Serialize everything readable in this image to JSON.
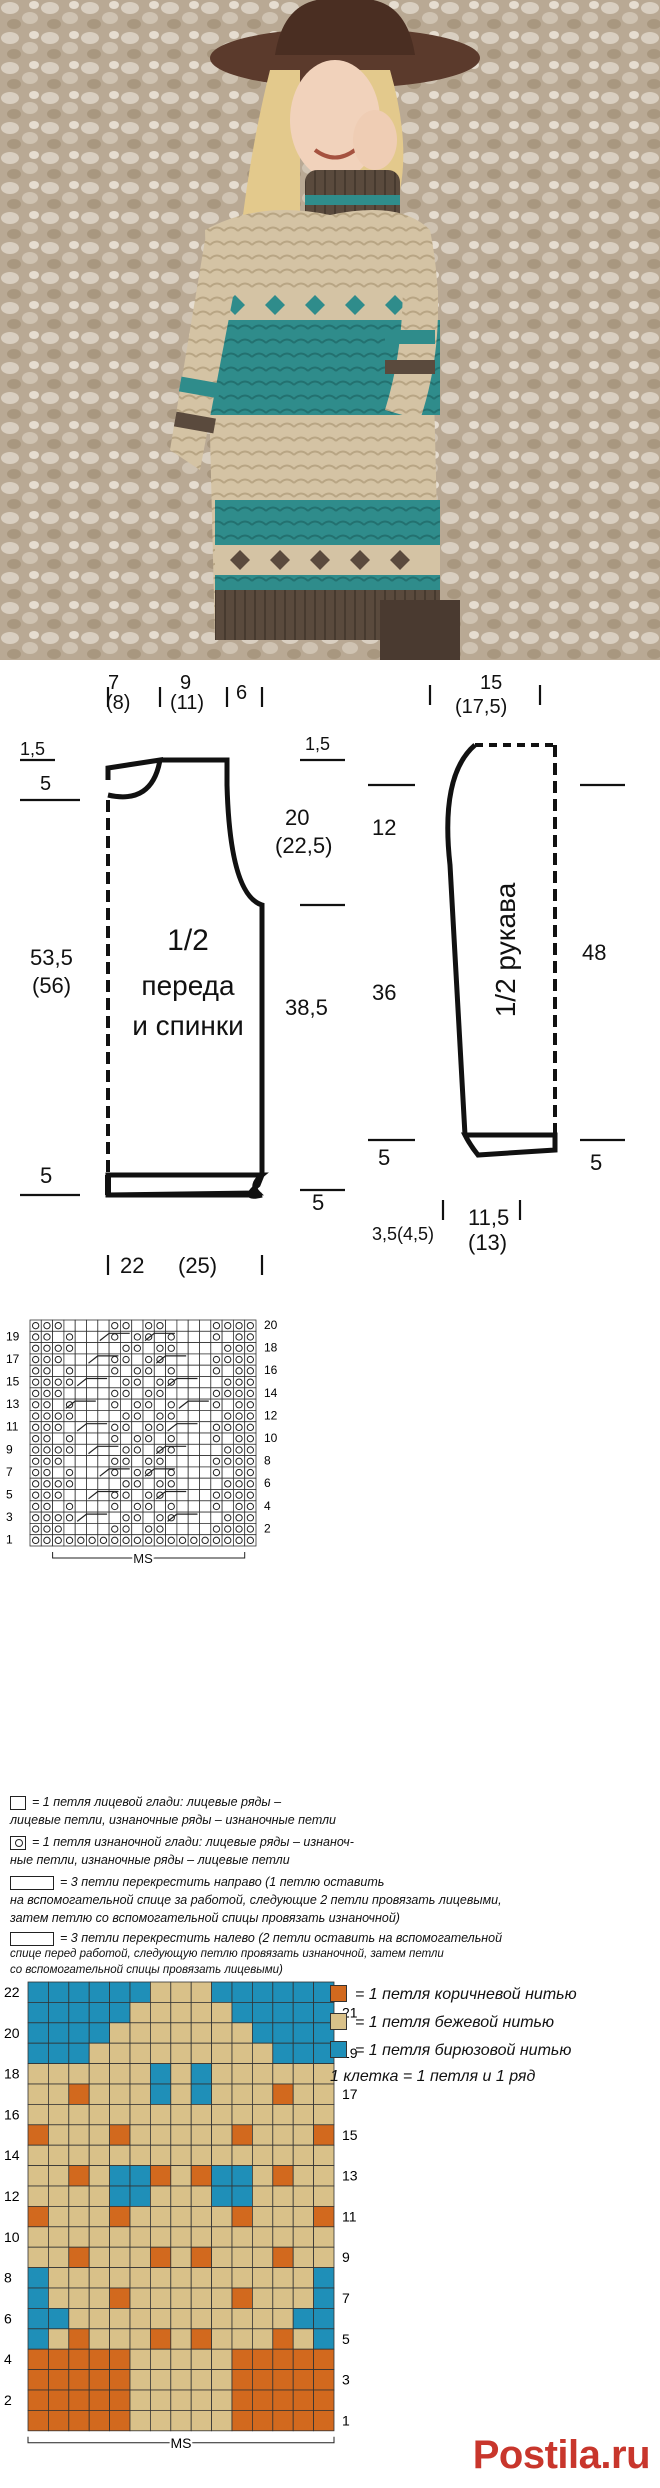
{
  "photo": {
    "description_icon": "model-photo-icon",
    "colors": {
      "sky": "#b7a48d",
      "hat": "#5b3a2c",
      "hair": "#e7cf95",
      "beige": "#d6c6a9",
      "teal": "#2f8f8f",
      "brown": "#5a4a3b",
      "pants": "#4a3a30"
    }
  },
  "schematic": {
    "body": {
      "top_left": "1,5",
      "top_5": "5",
      "neck_w": "7",
      "neck_w_alt": "(8)",
      "shoulder_w": "9",
      "shoulder_w_alt": "(11)",
      "collar": "6",
      "height_total": "53,5",
      "height_total_alt": "(56)",
      "armhole": "20",
      "armhole_alt": "(22,5)",
      "side_h": "38,5",
      "rib": "5",
      "rib_right": "5",
      "width": "22",
      "width_alt": "(25)",
      "title_line1": "1/2",
      "title_line2": "переда",
      "title_line3": "и спинки",
      "right_1_5": "1,5"
    },
    "sleeve": {
      "top_w": "15",
      "top_w_alt": "(17,5)",
      "cap_h": "12",
      "h": "36",
      "h_total": "48",
      "rib": "5",
      "rib_right": "5",
      "bottom_w": "11,5",
      "bottom_w_alt": "(13)",
      "rib_w": "3,5(4,5)",
      "title": "1/2 рукава"
    }
  },
  "cable_chart": {
    "rows_left": [
      "19",
      "17",
      "15",
      "13",
      "11",
      "9",
      "7",
      "5",
      "3",
      "1"
    ],
    "rows_right": [
      "20",
      "18",
      "16",
      "14",
      "12",
      "10",
      "8",
      "6",
      "4",
      "2"
    ],
    "ms_label": "MS"
  },
  "cable_legend": {
    "knit_line1": "= 1 петля лицевой глади: лицевые ряды –",
    "knit_line2": "лицевые петли, изнаночные ряды – изнаночные петли",
    "purl_line1": "= 1 петля изнаночной глади: лицевые ряды – изнаноч-",
    "purl_line2": "ные петли, изнаночные ряды – лицевые петли",
    "right_line1": "= 3 петли перекрестить направо (1 петлю оставить",
    "right_line2": "на вспомогательной спице за работой, следующие 2 петли провязать лицевыми,",
    "right_line3": "затем петлю со вспомогательной спицы провязать изнаночной)",
    "left_line1": "= 3 петли перекрестить налево (2 петли оставить на вспомогательной",
    "left_line2": "спице перед работой, следующую петлю провязать изнаночной, затем петли",
    "left_line3": "со вспомогательной спицы провязать лицевыми)"
  },
  "color_chart": {
    "rows_left": [
      "22",
      "20",
      "18",
      "16",
      "14",
      "12",
      "10",
      "8",
      "6",
      "4",
      "2"
    ],
    "rows_right": [
      "21",
      "19",
      "17",
      "15",
      "13",
      "11",
      "9",
      "7",
      "5",
      "3",
      "1"
    ],
    "ms_label": "MS",
    "colors": {
      "brown": "#d2691e",
      "beige": "#d9c189",
      "teal": "#1f8fb8"
    },
    "legend": {
      "brown": "= 1 петля коричневой нитью",
      "beige": "= 1 петля бежевой нитью",
      "teal": "= 1 петля бирюзовой нитью",
      "cell": "1 клетка = 1 петля и 1 ряд"
    }
  },
  "watermark": "Postila.ru"
}
